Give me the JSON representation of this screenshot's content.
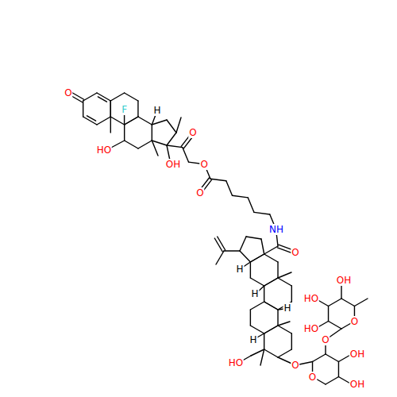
{
  "diagram": {
    "labels": [
      "O",
      "F",
      "H",
      "HO",
      "O",
      "OH",
      "O",
      "O",
      "NH",
      "O",
      "H",
      "OH",
      "H",
      "HO",
      "H",
      "O",
      "HO",
      "O",
      "H",
      "HO",
      "O",
      "OH",
      "O",
      "OH"
    ]
  }
}
